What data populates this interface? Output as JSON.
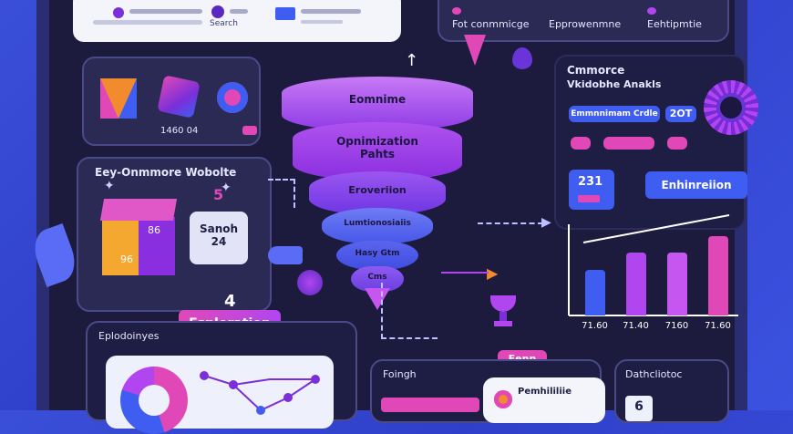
{
  "top_left": {
    "label": "Search"
  },
  "top_right": {
    "tabs": [
      "Fot conmmicge",
      "Epprowenmne",
      "Eehtipmtie"
    ]
  },
  "left_icons": {
    "caption": "1460 04"
  },
  "ecommerce_card": {
    "title": "Eey-Onmmore Wobolte",
    "number": "5",
    "cube_labels": [
      "96",
      "86"
    ],
    "bubble_line1": "Sanoh",
    "bubble_line2": "24"
  },
  "funnel": {
    "top": "Eomnime",
    "middle_line1": "Opnimization",
    "middle_line2": "Pahts",
    "layer3": "Eroveriion",
    "layer4": "Lumtionosiaiis",
    "layer5": "Hasy Gtm",
    "layer6": "Cms"
  },
  "exploration": {
    "number": "4",
    "label": "Esploration"
  },
  "bottom_left": {
    "title": "Eplodoinyes"
  },
  "right_card": {
    "title_line1": "Cmmorce",
    "title_line2": "Vkidobhe Anakls",
    "pill1": "Emmnnimam Crdle",
    "pill2": "2OT",
    "chip1": "",
    "chip2": "",
    "chip3": "",
    "stat": "231",
    "button": "Enhinreiion",
    "bar_labels": [
      "71.60",
      "71.40",
      "7160",
      "71.60"
    ]
  },
  "chart_data": {
    "type": "bar",
    "categories": [
      "71.60",
      "71.40",
      "7160",
      "71.60"
    ],
    "values": [
      4,
      5.5,
      5.5,
      7
    ],
    "ylim": [
      0,
      8
    ]
  },
  "bottom_middle": {
    "tag": "Eenn",
    "title": "Foingh",
    "card_label": "Pemhililiie"
  },
  "bottom_right": {
    "title": "Dathcliotoc",
    "value": "6"
  },
  "colors": {
    "board": "#1c1b3e",
    "accent_purple": "#b146f1",
    "accent_blue": "#3f5df0",
    "accent_pink": "#e048b8"
  }
}
